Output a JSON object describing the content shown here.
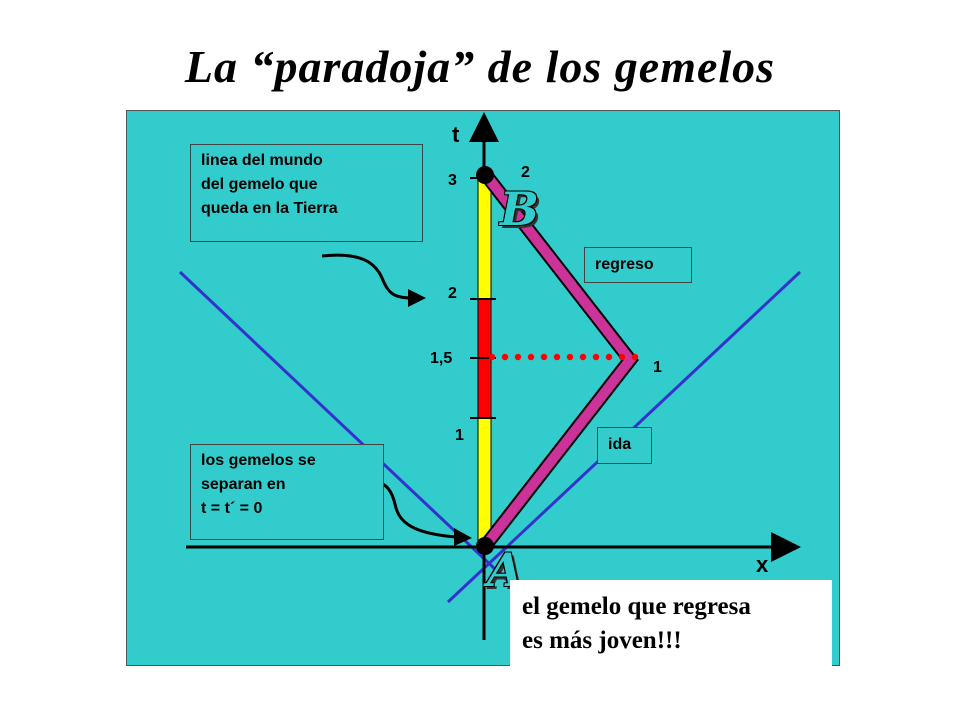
{
  "title": "La “paradoja” de los gemelos",
  "axes": {
    "t_label": "t",
    "x_label": "x"
  },
  "earth_ticks": [
    "3",
    "2",
    "1,5",
    "1"
  ],
  "traveler_ticks": [
    "2",
    "1"
  ],
  "events": {
    "start": "A",
    "return": "B"
  },
  "boxes": {
    "earth_worldline": [
      "linea del mundo",
      "del gemelo que",
      "queda en la Tierra"
    ],
    "separation": [
      "los gemelos se",
      "separan en",
      "t = t´ = 0"
    ],
    "outbound": "ida",
    "return_trip": "regreso"
  },
  "conclusion": [
    "el gemelo que regresa",
    "es más joven!!!"
  ],
  "colors": {
    "background": "#33cccc",
    "light_cone": "#3333cc",
    "traveler_worldline": "#cc3399",
    "earth_segment_outer": "#ffff00",
    "earth_segment_middle": "#ff0000",
    "simultaneity_dots": "#ff0000"
  }
}
